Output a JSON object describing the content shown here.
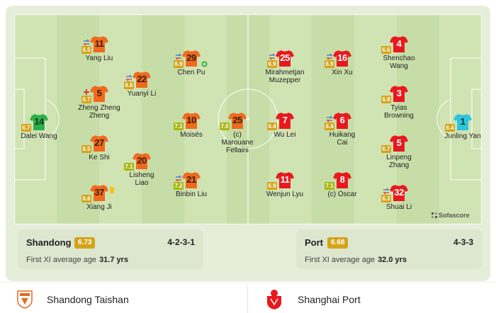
{
  "home": {
    "name": "Shandong",
    "full_name": "Shandong Taishan",
    "rating": "6.73",
    "formation": "4-2-3-1",
    "age_label": "First XI average age",
    "age_value": "31.7 yrs",
    "color": "#f06a1e",
    "gk_color": "#2bb04a",
    "logo": "shandong-taishan-crest",
    "players": [
      {
        "num": "14",
        "name": "Dalei Wang",
        "rating": "6.7",
        "gk": true
      },
      {
        "num": "11",
        "name": "Yang Liu",
        "rating": "6.5",
        "sub": true
      },
      {
        "num": "5",
        "name": "Zheng Zheng",
        "name2": "Zheng",
        "rating": "6.7",
        "event": "injury"
      },
      {
        "num": "27",
        "name": "Ke Shi",
        "rating": "6.5"
      },
      {
        "num": "37",
        "name": "Xiang Ji",
        "rating": "6.6",
        "card": "yellow"
      },
      {
        "num": "22",
        "name": "Yuanyi Li",
        "rating": "6.6",
        "sub": true
      },
      {
        "num": "20",
        "name": "Lisheng",
        "name2": "Liao",
        "rating": "7.1"
      },
      {
        "num": "29",
        "name": "Chen Pu",
        "rating": "6.9",
        "sub": true,
        "goal": true
      },
      {
        "num": "10",
        "name": "Moisés",
        "rating": "7.1"
      },
      {
        "num": "21",
        "name": "Binbin Liu",
        "rating": "7.2",
        "sub": true
      },
      {
        "num": "25",
        "name": "(c)",
        "name2": "Marouane",
        "name3": "Fellaini",
        "rating": "7.0"
      }
    ]
  },
  "away": {
    "name": "Port",
    "full_name": "Shanghai Port",
    "rating": "6.68",
    "formation": "4-3-3",
    "age_label": "First XI average age",
    "age_value": "32.0 yrs",
    "color": "#e8191e",
    "gk_color": "#2cc4e0",
    "logo": "shanghai-port-crest",
    "players": [
      {
        "num": "25",
        "name": "Mirahmetjan",
        "name2": "Muzepper",
        "rating": "6.9",
        "sub": true
      },
      {
        "num": "7",
        "name": "Wu Lei",
        "rating": "6.4"
      },
      {
        "num": "11",
        "name": "Wenjun Lyu",
        "rating": "6.9"
      },
      {
        "num": "16",
        "name": "Xin Xu",
        "rating": "6.9",
        "sub": true
      },
      {
        "num": "6",
        "name": "Huikang",
        "name2": "Cai",
        "rating": "6.4",
        "sub": true
      },
      {
        "num": "8",
        "name": "(c) Oscar",
        "rating": "7.1"
      },
      {
        "num": "4",
        "name": "Shenchao",
        "name2": "Wang",
        "rating": "6.6"
      },
      {
        "num": "3",
        "name": "Tyias",
        "name2": "Browning",
        "rating": "6.8"
      },
      {
        "num": "5",
        "name": "Linpeng",
        "name2": "Zhang",
        "rating": "6.7"
      },
      {
        "num": "32",
        "name": "Shuai Li",
        "rating": "6.3",
        "sub": true
      },
      {
        "num": "1",
        "name": "Junling Yan",
        "rating": "6.4",
        "gk": true
      }
    ]
  },
  "brand": "Sofascore",
  "colors": {
    "rating_low": "#d4a319",
    "rating_mid": "#a8b812",
    "rating_high": "#6cb31c",
    "pitch_light": "#cfe2b0",
    "pitch_dark": "#c4dba4"
  }
}
